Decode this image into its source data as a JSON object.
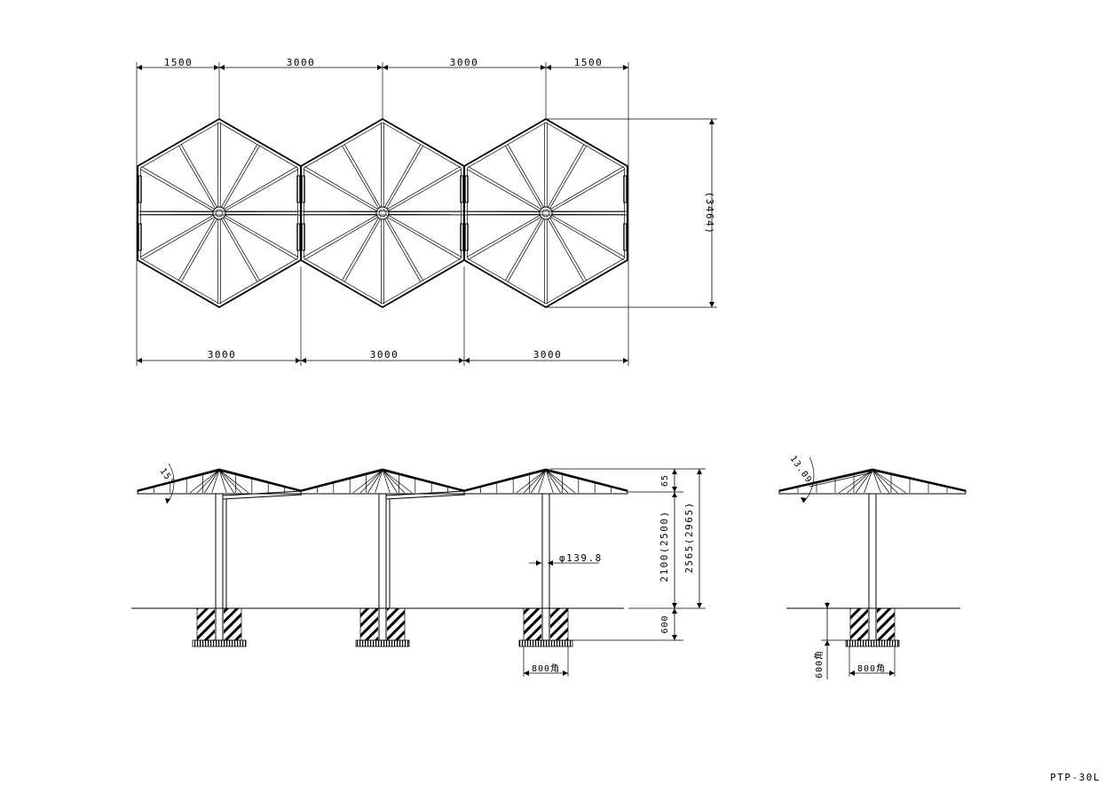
{
  "drawing_id": "PTP-30L",
  "plan_view": {
    "top_dims": [
      "1500",
      "3000",
      "3000",
      "1500"
    ],
    "bottom_dims": [
      "3000",
      "3000",
      "3000"
    ],
    "height_dim": "(3464)"
  },
  "front_elevation": {
    "roof_angle": "15°",
    "roof_rise": "65",
    "column_height": "2100(2500)",
    "total_height": "2565(2965)",
    "pipe_dia": "φ139.8",
    "foundation_depth": "600",
    "foundation_width": "800角",
    "footing_width_label": "800角"
  },
  "side_elevation": {
    "roof_angle": "13.09°",
    "foundation_depth": "600角",
    "foundation_width": "800角"
  }
}
